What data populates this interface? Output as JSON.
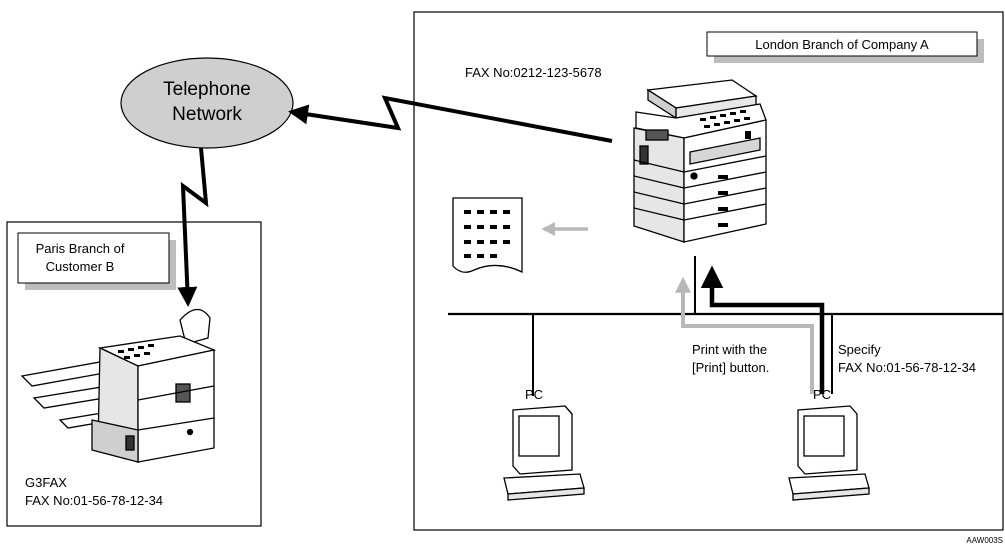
{
  "network": {
    "line1": "Telephone",
    "line2": "Network"
  },
  "london": {
    "title": "London Branch of Company A",
    "fax_number": "FAX No:0212-123-5678"
  },
  "paris": {
    "title_line1": "Paris Branch of",
    "title_line2": "Customer B",
    "device_type": "G3FAX",
    "fax_number": "FAX No:01-56-78-12-34"
  },
  "lan": {
    "pc_left_label": "PC",
    "pc_right_label": "PC",
    "print_line1": "Print with the",
    "print_line2": "[Print] button.",
    "specify_line1": "Specify",
    "specify_line2": "FAX No:01-56-78-12-34"
  },
  "figure_code": "AAW003S",
  "colors": {
    "network_cloud": "#cfcfcf",
    "label_shadow": "#bdbdbd",
    "print_arrow": "#b8b8b8"
  },
  "icons": [
    "multifunction-printer-icon",
    "fax-machine-icon",
    "pc-icon",
    "document-icon",
    "lightning-line-icon"
  ]
}
